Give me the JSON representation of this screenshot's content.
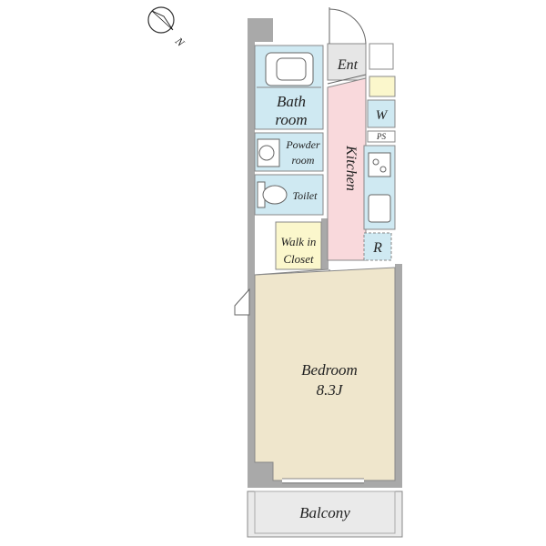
{
  "compass": {
    "label": "N",
    "icon": "north-arrow-icon"
  },
  "rooms": {
    "entrance": "Ent",
    "bath": [
      "Bath",
      "room"
    ],
    "powder": [
      "Powder",
      "room"
    ],
    "toilet": "Toilet",
    "kitchen": "Kitchen",
    "washer": "W",
    "pipe_space": "PS",
    "refrigerator": "R",
    "closet": [
      "Walk in",
      "Closet"
    ],
    "bedroom": "Bedroom",
    "bedroom_size": "8.3J",
    "balcony": "Balcony"
  },
  "colors": {
    "wet_area": "#cfe9f2",
    "kitchen": "#f9d9dc",
    "closet": "#fbf7cc",
    "bedroom": "#efe6cc",
    "balcony": "#eaeaea",
    "entrance": "#e6e6e6",
    "wall": "#a9a9a9"
  }
}
